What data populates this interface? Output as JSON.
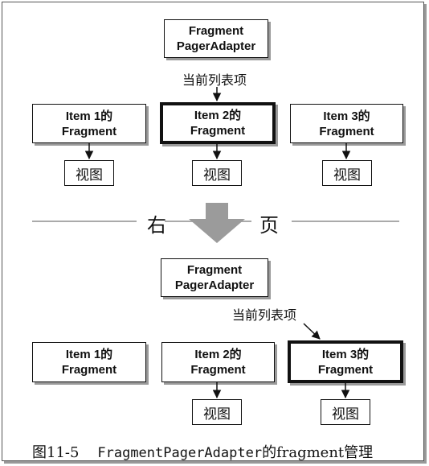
{
  "top": {
    "adapter": {
      "line1": "Fragment",
      "line2": "PagerAdapter"
    },
    "current_label": "当前列表项",
    "items": [
      {
        "line1": "Item 1的",
        "line2": "Fragment",
        "view": "视图"
      },
      {
        "line1": "Item 2的",
        "line2": "Fragment",
        "view": "视图"
      },
      {
        "line1": "Item 3的",
        "line2": "Fragment",
        "view": "视图"
      }
    ],
    "active_index": 1
  },
  "transition": {
    "left_char": "右",
    "right_char": "页"
  },
  "bottom": {
    "adapter": {
      "line1": "Fragment",
      "line2": "PagerAdapter"
    },
    "current_label": "当前列表项",
    "items": [
      {
        "line1": "Item 1的",
        "line2": "Fragment"
      },
      {
        "line1": "Item 2的",
        "line2": "Fragment",
        "view": "视图"
      },
      {
        "line1": "Item 3的",
        "line2": "Fragment",
        "view": "视图"
      }
    ],
    "active_index": 2
  },
  "caption": {
    "prefix": "图11-5",
    "code": "FragmentPagerAdapter",
    "suffix": "的fragment管理"
  }
}
